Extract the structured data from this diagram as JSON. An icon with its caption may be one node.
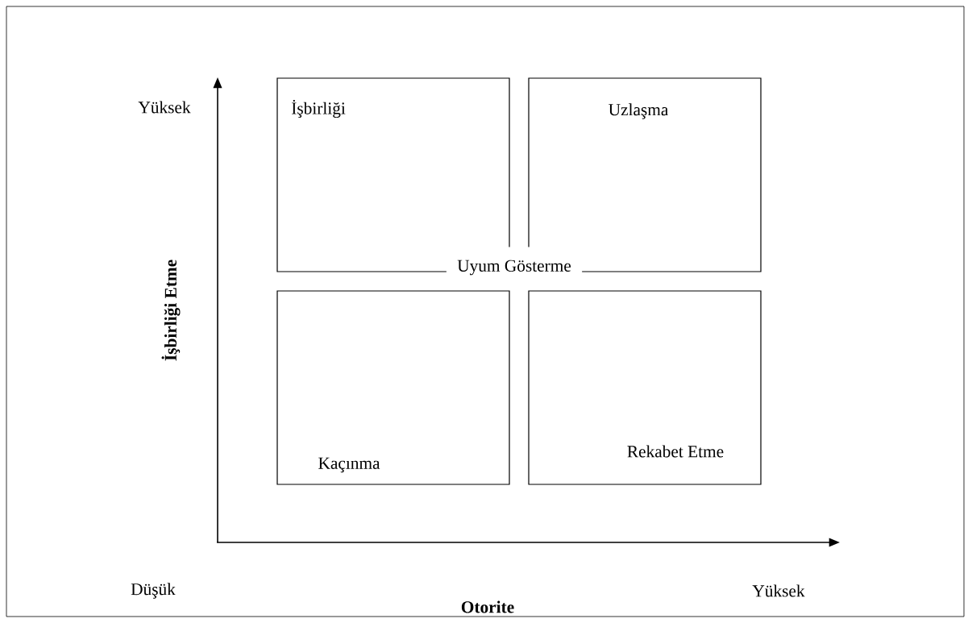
{
  "diagram": {
    "nodes": [
      {
        "text": [
          "İşbirliği"
        ]
      },
      {
        "text": [
          "Uzlaşma"
        ]
      },
      {
        "text": [
          "Kaçınma"
        ]
      },
      {
        "text": [
          "Rekabet Etme"
        ]
      },
      {
        "text": [
          "Uyum Gösterme"
        ]
      }
    ],
    "labels": [
      "Yüksek",
      "İşbirliği Etme",
      "Düşük",
      "Otorite",
      "Yüksek"
    ]
  }
}
